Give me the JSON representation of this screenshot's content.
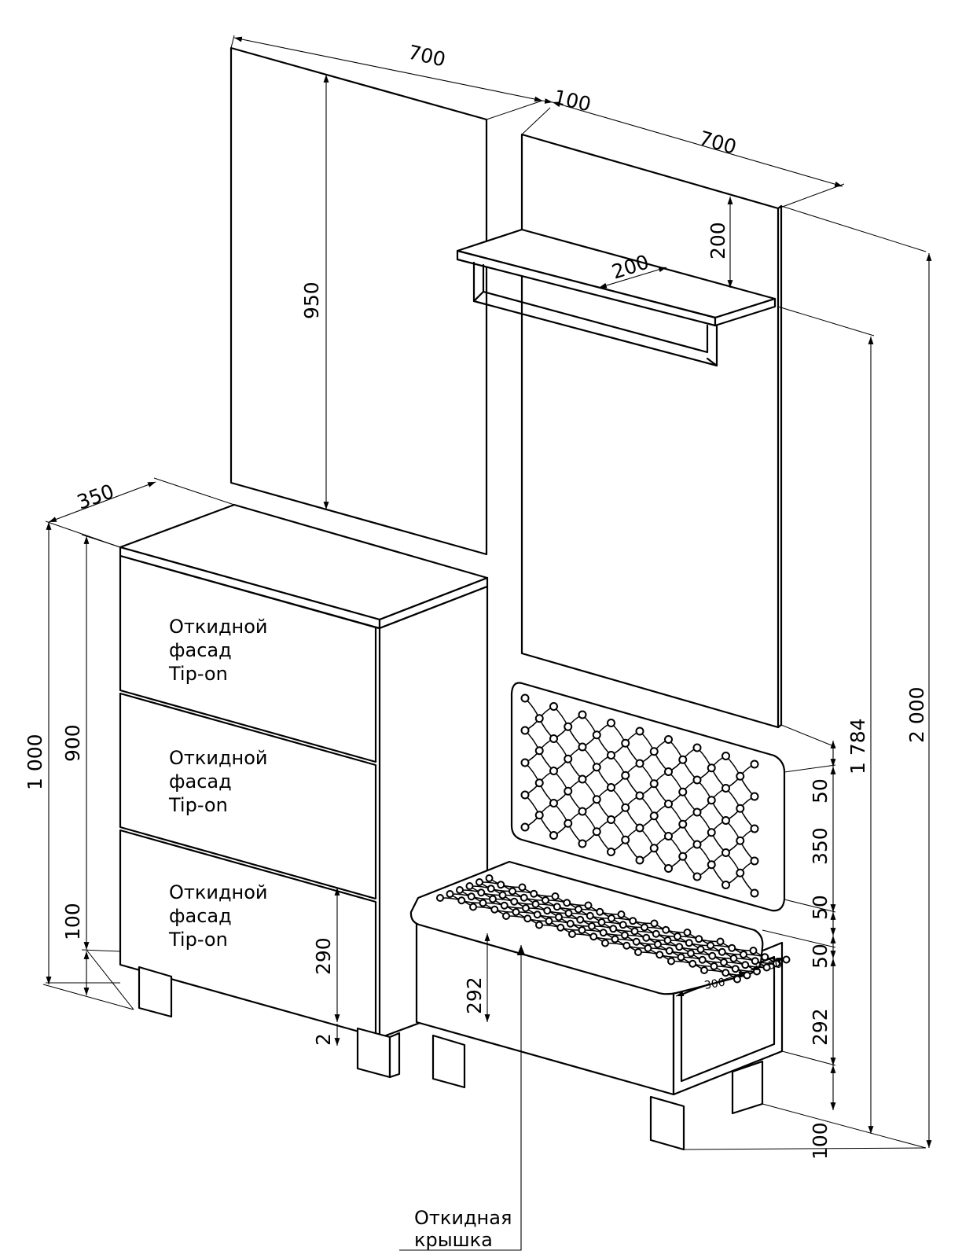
{
  "dimensions": {
    "mirror_width": "700",
    "gap": "100",
    "panel_width": "700",
    "mirror_height": "950",
    "shelf_height": "200",
    "shelf_depth": "200",
    "cabinet_depth": "350",
    "cabinet_total_height": "1 000",
    "cabinet_body_height": "900",
    "cabinet_leg_height": "100",
    "drawer_height": "290",
    "drawer_gap": "2",
    "panel_height": "1 784",
    "total_height": "2 000",
    "cushion_top_margin": "50",
    "cushion_height": "350",
    "cushion_bottom_margin": "50",
    "bench_seat_thickness": "50",
    "bench_body_height": "292",
    "bench_body_height_front": "292",
    "bench_leg_height": "100",
    "bench_depth": "300",
    "bench_wall_thickness": "50"
  },
  "labels": {
    "drawer_line1": "Откидной",
    "drawer_line2": "фасад",
    "drawer_line3": "Tip-on",
    "lid_line1": "Откидная",
    "lid_line2": "крышка"
  }
}
